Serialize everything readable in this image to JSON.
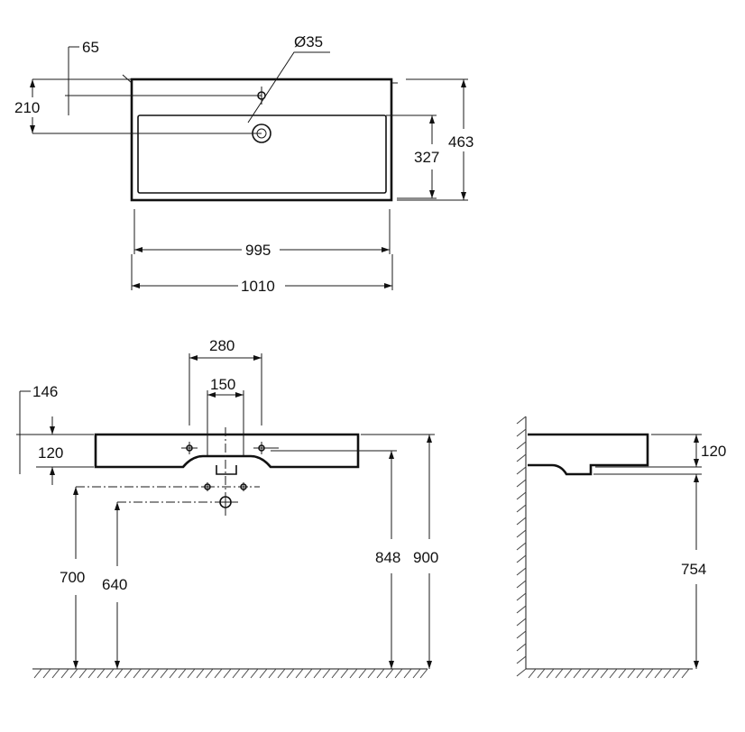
{
  "top_view": {
    "hole_diameter": "Ø35",
    "rear_to_tap_hole": "65",
    "rear_to_drain": "210",
    "bowl_depth": "327",
    "overall_depth": "463",
    "bowl_width": "995",
    "overall_width": "1010"
  },
  "front_view": {
    "hole_spacing_outer": "280",
    "hole_spacing_inner": "150",
    "top_to_surface_offset": "146",
    "basin_height": "120",
    "supply_height": "700",
    "waste_height": "640",
    "underside_height": "848",
    "rim_height": "900"
  },
  "side_view": {
    "basin_height": "120",
    "underside_height": "754"
  }
}
